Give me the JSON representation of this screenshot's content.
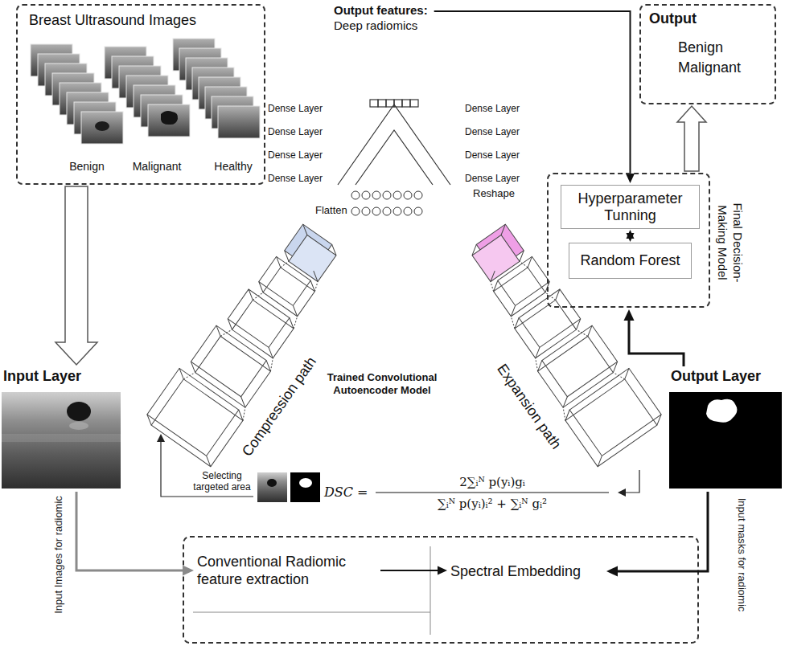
{
  "diagram": {
    "nodes": [
      {
        "text": [
          "Breast Ultrasound Images",
          "Benign",
          "Malignant",
          "Healthy"
        ]
      },
      {
        "text": [
          "Output features:",
          "Deep radiomics"
        ]
      },
      {
        "text": [
          "Output",
          "Benign",
          "Malignant"
        ]
      },
      {
        "text": [
          "Final Decision-Making Model"
        ]
      },
      {
        "text": [
          "Hyperparameter Tunning"
        ],
        "in": 3
      },
      {
        "text": [
          "Random Forest"
        ],
        "in": 3
      },
      {
        "text": [
          "Input Layer"
        ]
      },
      {
        "text": [
          "Output Layer"
        ]
      },
      {
        "text": [
          "Conventional Radiomic feature extraction"
        ]
      },
      {
        "text": [
          "Spectral Embedding"
        ]
      }
    ],
    "edges": [
      {
        "from": 0,
        "to": 6,
        "arrow": "to"
      },
      {
        "from": 6,
        "to": 8,
        "label": "Input Images for radiomic",
        "arrow": "to"
      },
      {
        "from": 8,
        "to": 9,
        "arrow": "to"
      },
      {
        "from": 7,
        "to": 9,
        "label": "Input masks for radiomic",
        "arrow": "to"
      },
      {
        "from": 7,
        "to": 3,
        "arrow": "to"
      },
      {
        "from": 3,
        "to": 2,
        "arrow": "to"
      },
      {
        "from": 1,
        "to": 4,
        "arrow": "to"
      },
      {
        "from": 4,
        "to": 5,
        "arrow": "both"
      }
    ],
    "labels": [
      "Dense Layer",
      "Dense Layer",
      "Dense Layer",
      "Dense Layer",
      "Dense Layer",
      "Dense Layer",
      "Dense Layer",
      "Dense Layer",
      "Reshape",
      "Flatten",
      "Compression path",
      "Trained Convolutional Autoencoder Model",
      "Expansion path",
      "Selecting targeted area",
      "DSC =",
      "2∑ᵢᴺ p(yᵢ)gᵢ",
      "∑ᵢᴺ p(yᵢ)ᵢ² + ∑ᵢᴺ gᵢ²"
    ]
  }
}
